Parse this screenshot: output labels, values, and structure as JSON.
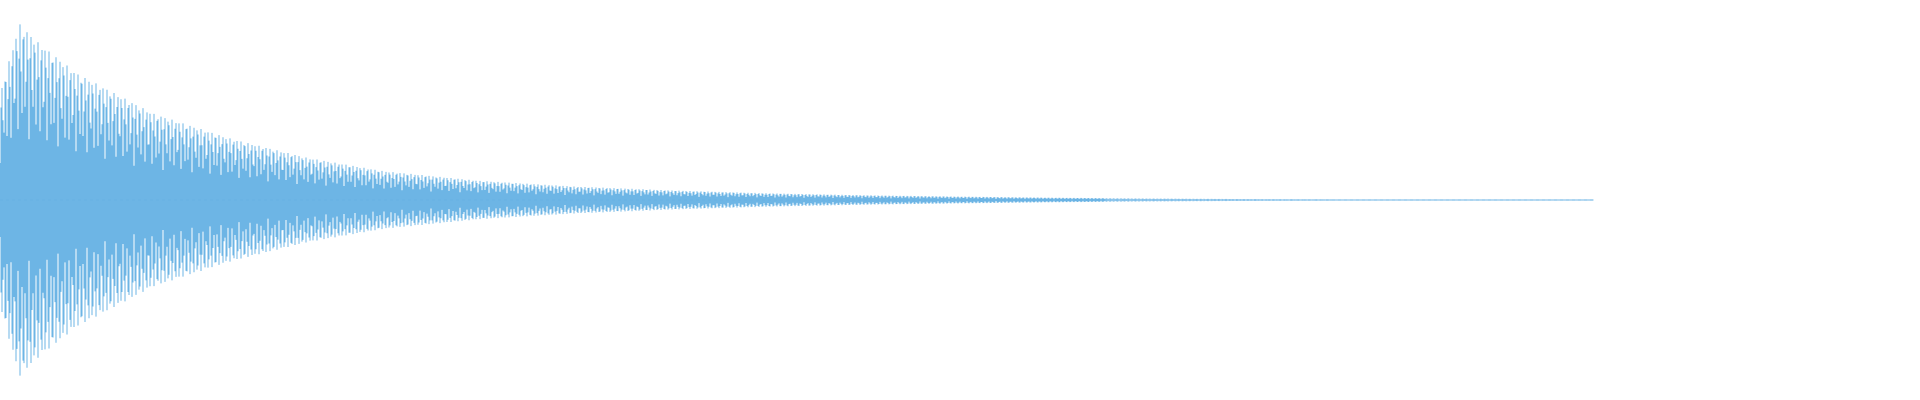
{
  "chart_data": {
    "type": "waveform",
    "color": "#5dade2",
    "background": "#ffffff",
    "y_range": [
      -1,
      1
    ],
    "amplitude_envelope": {
      "peak_amplitude": 0.92,
      "decay_time_fraction_of_duration": 0.13,
      "visible_duration_fraction": 0.83,
      "sample_points": [
        {
          "t": 0.0,
          "a": 0.55
        },
        {
          "t": 0.01,
          "a": 0.92
        },
        {
          "t": 0.02,
          "a": 0.82
        },
        {
          "t": 0.04,
          "a": 0.66
        },
        {
          "t": 0.08,
          "a": 0.45
        },
        {
          "t": 0.12,
          "a": 0.32
        },
        {
          "t": 0.16,
          "a": 0.22
        },
        {
          "t": 0.2,
          "a": 0.15
        },
        {
          "t": 0.25,
          "a": 0.1
        },
        {
          "t": 0.3,
          "a": 0.07
        },
        {
          "t": 0.35,
          "a": 0.05
        },
        {
          "t": 0.4,
          "a": 0.035
        },
        {
          "t": 0.45,
          "a": 0.025
        },
        {
          "t": 0.5,
          "a": 0.018
        },
        {
          "t": 0.55,
          "a": 0.012
        },
        {
          "t": 0.6,
          "a": 0.008
        },
        {
          "t": 0.65,
          "a": 0.005
        },
        {
          "t": 0.7,
          "a": 0.0035
        },
        {
          "t": 0.75,
          "a": 0.002
        },
        {
          "t": 0.8,
          "a": 0.0012
        },
        {
          "t": 0.83,
          "a": 0.0
        }
      ]
    },
    "oscillation_cycles_visible": 220,
    "grid": false,
    "axes_visible": false,
    "legend": "none"
  }
}
